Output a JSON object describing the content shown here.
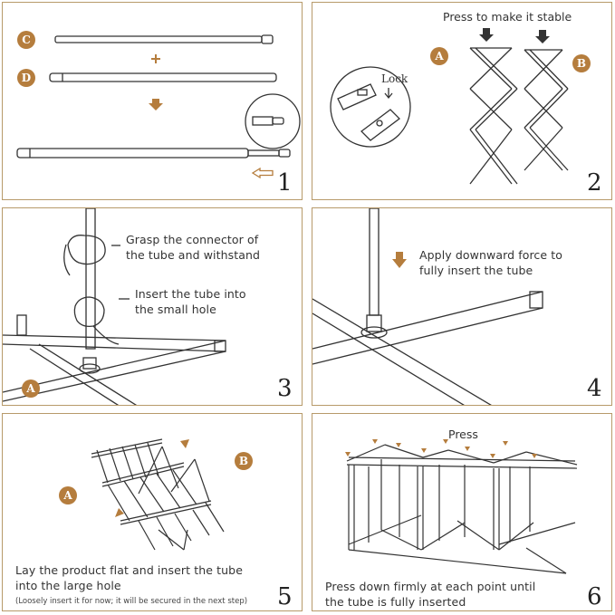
{
  "colors": {
    "accent": "#b57d3d",
    "border": "#b79a6a",
    "line": "#333333"
  },
  "step1": {
    "number": "1",
    "badge_c": "C",
    "badge_d": "D"
  },
  "step2": {
    "number": "2",
    "title": "Press to make it stable",
    "badge_a": "A",
    "badge_b": "B",
    "lock_label": "Lock"
  },
  "step3": {
    "number": "3",
    "badge_a": "A",
    "text1_line1": "Grasp the connector of",
    "text1_line2": "the tube and withstand",
    "text2_line1": "Insert the tube into",
    "text2_line2": "the small hole"
  },
  "step4": {
    "number": "4",
    "text_line1": "Apply downward force to",
    "text_line2": "fully insert the tube"
  },
  "step5": {
    "number": "5",
    "badge_a": "A",
    "badge_b": "B",
    "text_line1": "Lay the product flat and insert the tube",
    "text_line2": "into the large hole",
    "note": "(Loosely insert it for now; it will be secured in the next step)"
  },
  "step6": {
    "number": "6",
    "press_label": "Press",
    "text_line1": "Press down firmly at each point until",
    "text_line2": "the tube is fully inserted"
  }
}
